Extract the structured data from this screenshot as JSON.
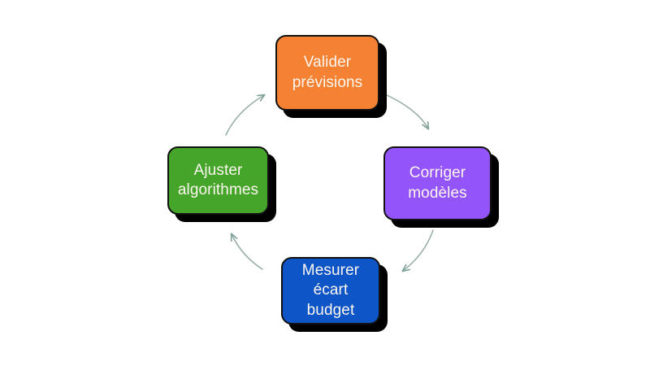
{
  "diagram": {
    "type": "cycle",
    "direction": "clockwise",
    "background_color": "#ffffff",
    "nodes": [
      {
        "id": "validate",
        "label": "Valider\nprévisions",
        "line1": "Valider",
        "line2": "prévisions",
        "color": "#f58232",
        "text_color": "#fdf6f0",
        "position": "top"
      },
      {
        "id": "correct",
        "label": "Corriger\nmodèles",
        "line1": "Corriger",
        "line2": "modèles",
        "color": "#9354fa",
        "text_color": "#fdf6f0",
        "position": "right"
      },
      {
        "id": "measure",
        "label": "Mesurer\nécart budget",
        "line1": "Mesurer",
        "line2": "écart budget",
        "color": "#0e56c8",
        "text_color": "#fdf6f0",
        "position": "bottom"
      },
      {
        "id": "adjust",
        "label": "Ajuster\nalgorithmes",
        "line1": "Ajuster",
        "line2": "algorithmes",
        "color": "#45a52a",
        "text_color": "#fdf6f0",
        "position": "left"
      }
    ],
    "connectors": [
      {
        "id": "validate-to-correct",
        "from": "validate",
        "to": "correct",
        "color": "#8fa9a4"
      },
      {
        "id": "correct-to-measure",
        "from": "correct",
        "to": "measure",
        "color": "#8fa9a4"
      },
      {
        "id": "measure-to-adjust",
        "from": "measure",
        "to": "adjust",
        "color": "#8fa9a4"
      },
      {
        "id": "adjust-to-validate",
        "from": "adjust",
        "to": "validate",
        "color": "#8fa9a4"
      }
    ]
  }
}
